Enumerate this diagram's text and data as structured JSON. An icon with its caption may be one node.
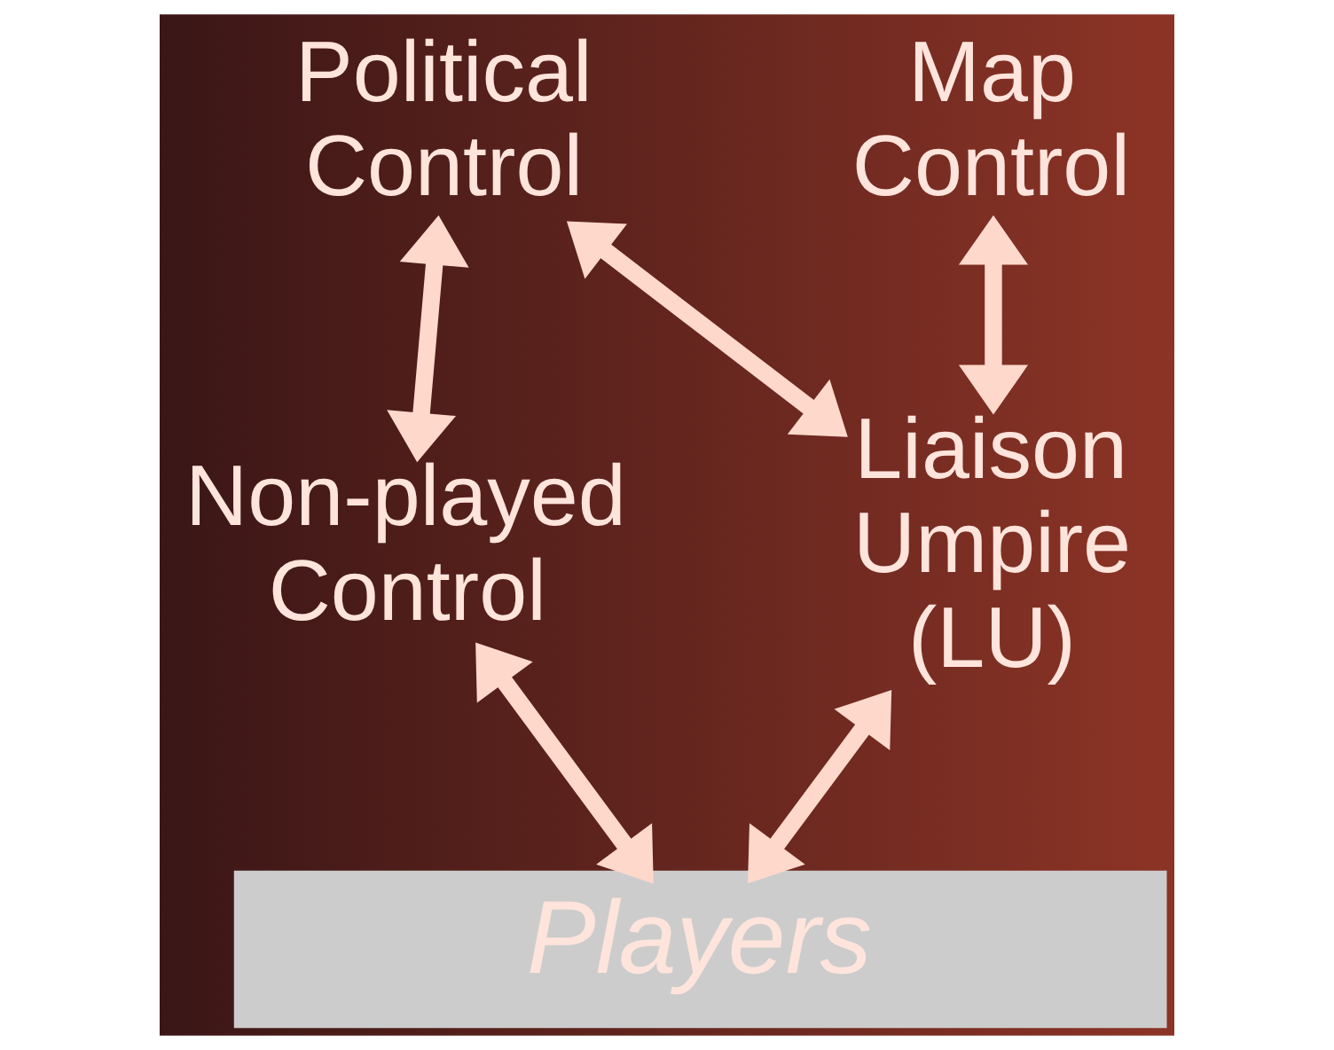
{
  "diagram": {
    "nodes": [
      {
        "text": [
          "Political Control"
        ]
      },
      {
        "text": [
          "Map Control"
        ]
      },
      {
        "text": [
          "Non-played Control"
        ]
      },
      {
        "text": [
          "Liaison Umpire (LU)"
        ]
      },
      {
        "text": [
          "Players"
        ]
      }
    ],
    "edges": [
      {
        "from": 0,
        "to": 2,
        "arrow": "both"
      },
      {
        "from": 0,
        "to": 3,
        "arrow": "both"
      },
      {
        "from": 1,
        "to": 3,
        "arrow": "both"
      },
      {
        "from": 2,
        "to": 4,
        "arrow": "both"
      },
      {
        "from": 3,
        "to": 4,
        "arrow": "both"
      }
    ]
  }
}
